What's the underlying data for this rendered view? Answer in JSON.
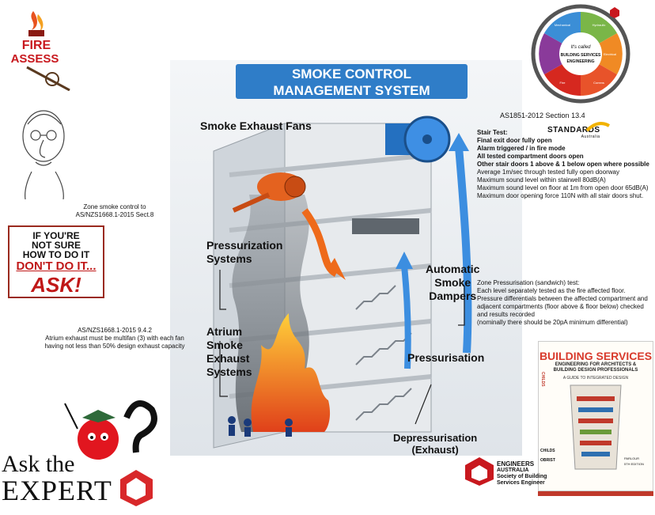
{
  "diagram": {
    "title_line1": "SMOKE CONTROL",
    "title_line2": "MANAGEMENT SYSTEM",
    "labels": {
      "exhaust_fans": "Smoke Exhaust Fans",
      "pressurization_1": "Pressurization",
      "pressurization_2": "Systems",
      "atrium_1": "Atrium",
      "atrium_2": "Smoke",
      "atrium_3": "Exhaust",
      "atrium_4": "Systems",
      "dampers_1": "Automatic",
      "dampers_2": "Smoke",
      "dampers_3": "Dampers",
      "pressurisation": "Pressurisation",
      "depress_1": "Depressurisation",
      "depress_2": "(Exhaust)"
    }
  },
  "notes": {
    "zone_control_1": "Zone smoke control to",
    "zone_control_2": "AS/NZS1668.1-2015 Sect.8",
    "atrium_1": "AS/NZS1668.1-2015 9.4.2",
    "atrium_2": "Atrium exhaust must be multifan (3) with each fan",
    "atrium_3": "having not less than 50% design exhaust capacity",
    "stair_ref": "AS1851-2012 Section 13.4",
    "standards_logo": "STANDARDS",
    "standards_sub": "Australia",
    "stair_lines": [
      "Stair Test:",
      "Final exit door fully open",
      "Alarm triggered / in fire mode",
      "All tested compartment doors open",
      "Other stair doors 1 above & 1 below open where possible",
      "Average 1m/sec through tested fully open doorway",
      "Maximum sound level within stairwell 80dB(A)",
      "Maximum sound level on floor at 1m from open door 65dB(A)",
      "Maximum door opening force 110N with all stair doors shut."
    ],
    "zone_press_lines": [
      "Zone Pressurisation (sandwich) test:",
      "Each level separately tested as the fire affected floor.",
      "Pressure differentials between the affected compartment and",
      "adjacent compartments (floor above & floor below) checked",
      "and results recorded",
      "(nominally there should be 20pA minimum differential)"
    ]
  },
  "fireassess": {
    "line1": "FIRE",
    "line2": "ASSESS"
  },
  "ask_sign": {
    "l1": "IF YOU'RE",
    "l2": "NOT SURE",
    "l3": "HOW TO DO IT",
    "l4": "DON'T DO IT...",
    "l5": "ASK!"
  },
  "ask_expert": {
    "line1": "Ask the",
    "line2": "EXPERT"
  },
  "cycle": {
    "center_1": "It's called",
    "center_2": "BUILDING SERVICES",
    "center_3": "ENGINEERING",
    "seg_mech": "Mechanical",
    "seg_hyd": "Hydraulic",
    "seg_elec": "Electrical",
    "seg_fire": "Fire",
    "seg_comms": "Comms"
  },
  "book": {
    "title": "BUILDING SERVICES",
    "subtitle_1": "ENGINEERING FOR ARCHITECTS &",
    "subtitle_2": "BUILDING DESIGN PROFESSIONALS",
    "guide": "A GUIDE TO INTEGRATED DESIGN",
    "spine": "CHILDS",
    "author_1": "CHILDS",
    "author_2": "OBRIST",
    "edition_1": "PARLOUR",
    "edition_2": "5TH EDITION"
  },
  "engineers": {
    "l1": "ENGINEERS",
    "l2": "AUSTRALIA",
    "l3": "Society of Building",
    "l4": "Services Engineer"
  },
  "colors": {
    "title_blue": "#2f7dc8",
    "flame": "#ee6a1a",
    "arrow_blue": "#3c8ee0",
    "ask_red": "#c01818",
    "book_red": "#d83a2c"
  }
}
